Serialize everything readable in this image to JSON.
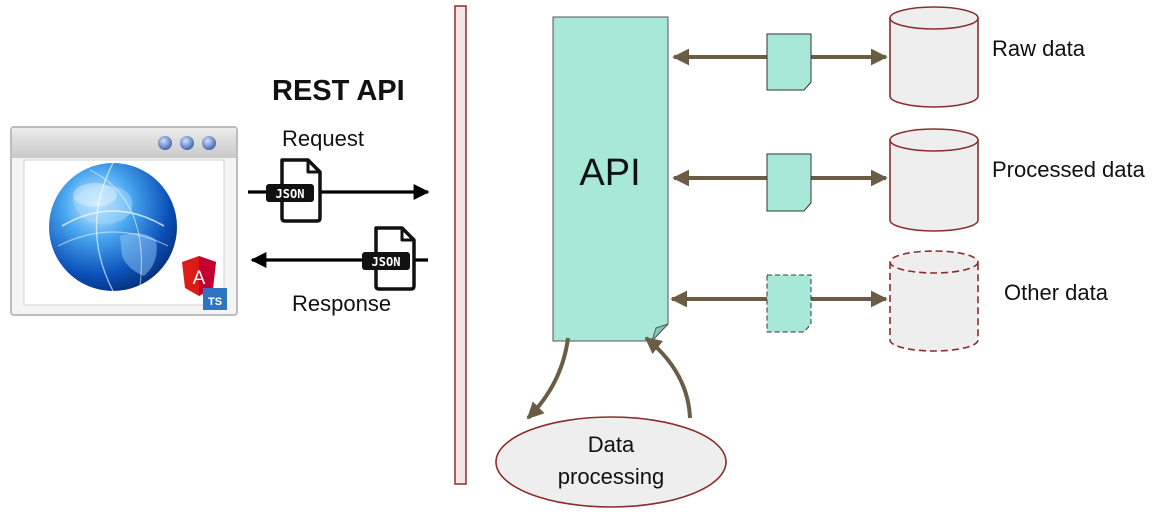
{
  "title": "REST API",
  "client": {
    "frameworks": [
      "A",
      "TS"
    ]
  },
  "request_label": "Request",
  "response_label": "Response",
  "payload_format": "JSON",
  "api_label": "API",
  "processing_label": [
    "Data",
    "processing"
  ],
  "data_sources": [
    {
      "label": "Raw data",
      "style": "solid"
    },
    {
      "label": "Processed data",
      "style": "solid"
    },
    {
      "label": "Other data",
      "style": "dashed"
    }
  ],
  "colors": {
    "api_fill": "#a8e8d9",
    "db_fill": "#eeeeee",
    "db_stroke": "#8b2e2e",
    "arrow": "#6b5c45",
    "separator_fill": "#f5e4e4",
    "angular_red": "#dd1b16",
    "ts_blue": "#2f74c0"
  },
  "icons": [
    "browser-window-icon",
    "globe-icon",
    "angular-logo-icon",
    "typescript-logo-icon",
    "json-file-icon",
    "document-icon",
    "database-icon"
  ]
}
